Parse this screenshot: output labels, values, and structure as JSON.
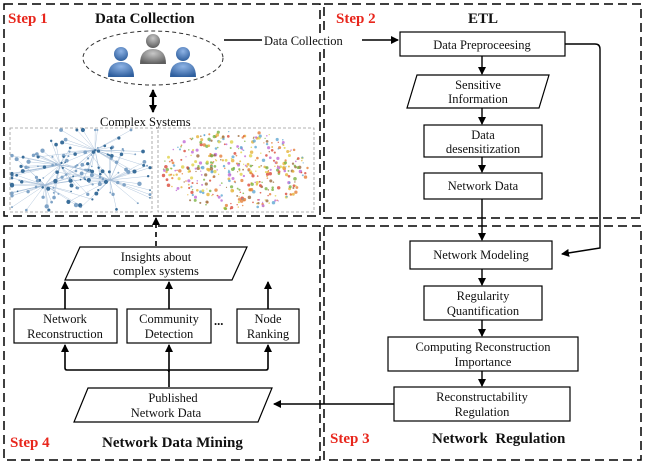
{
  "panels": {
    "step1": {
      "step": "Step 1",
      "title": "Data Collection"
    },
    "step2": {
      "step": "Step 2",
      "title": "ETL"
    },
    "step3": {
      "step": "Step 3",
      "title": "Network  Regulation"
    },
    "step4": {
      "step": "Step 4",
      "title": "Network Data Mining"
    }
  },
  "labels": {
    "data_collection_arrow": "Data Collection",
    "complex_systems": "Complex Systems",
    "ellipsis": "..."
  },
  "etl": {
    "preprocessing": "Data Preproceesing",
    "sensitive": [
      "Sensitive",
      "Information"
    ],
    "desensitization": [
      "Data",
      "desensitization"
    ],
    "network_data": "Network Data"
  },
  "regulation": {
    "modeling": "Network Modeling",
    "regularity": [
      "Regularity",
      "Quantification"
    ],
    "computing": [
      "Computing Reconstruction",
      "Importance"
    ],
    "reconstructability": [
      "Reconstructability",
      "Regulation"
    ]
  },
  "mining": {
    "insights": [
      "Insights about",
      "complex systems"
    ],
    "reconstruction": [
      "Network",
      "Reconstruction"
    ],
    "community": [
      "Community",
      "Detection"
    ],
    "ranking": [
      "Node",
      "Ranking"
    ],
    "published": [
      "Published",
      "Network Data"
    ]
  },
  "colors": {
    "step_red": "#e8261c",
    "person_blue": "#4f7fc1",
    "person_gray": "#8a8a8a",
    "network_blue": "#3a6e9a"
  },
  "icons": [
    "person-blue-icon",
    "person-gray-icon",
    "person-blue-icon"
  ]
}
